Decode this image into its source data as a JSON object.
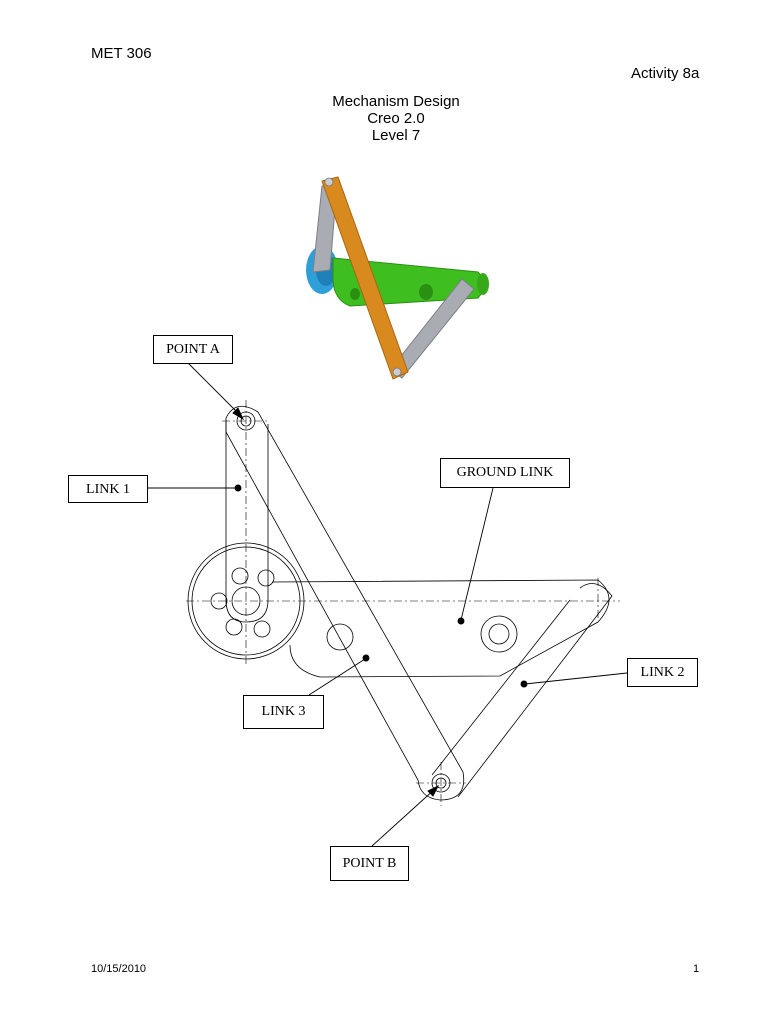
{
  "header": {
    "course": "MET 306",
    "activity": "Activity 8a"
  },
  "title": {
    "line1": "Mechanism Design",
    "line2": "Creo 2.0",
    "line3": "Level 7"
  },
  "callouts": {
    "point_a": "POINT A",
    "link_1": "LINK 1",
    "ground_link": "GROUND LINK",
    "link_2": "LINK 2",
    "link_3": "LINK 3",
    "point_b": "POINT B"
  },
  "footer": {
    "date": "10/15/2010",
    "page": "1"
  },
  "colors": {
    "link3_orange": "#d98a1e",
    "ground_green": "#3fbf1f",
    "link_gray": "#a9adb3",
    "wheel_blue": "#2e9fd8"
  }
}
